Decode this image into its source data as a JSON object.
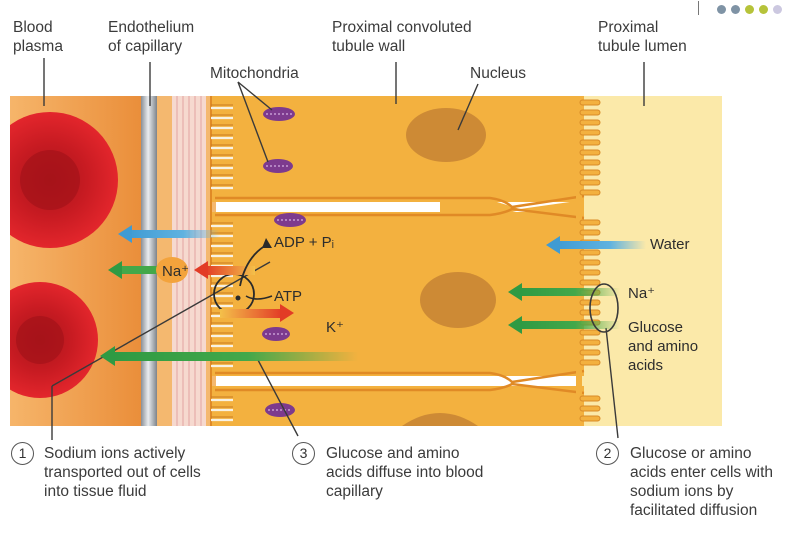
{
  "labels": {
    "blood_plasma": "Blood\nplasma",
    "endothelium": "Endothelium\nof capillary",
    "tubule_wall": "Proximal convoluted\ntubule wall",
    "tubule_lumen": "Proximal\ntubule lumen",
    "mitochondria": "Mitochondria",
    "nucleus": "Nucleus",
    "water": "Water",
    "na_right": "Na⁺",
    "glucose_amino_right": "Glucose\nand amino\nacids",
    "na_left": "Na⁺",
    "adp": "ADP + Pᵢ",
    "atp": "ATP",
    "k_ion": "K⁺"
  },
  "captions": [
    {
      "number": "1",
      "text": "Sodium ions actively\ntransported out of cells\ninto tissue fluid"
    },
    {
      "number": "3",
      "text": "Glucose and amino\nacids diffuse into blood\ncapillary"
    },
    {
      "number": "2",
      "text": "Glucose or amino\nacids enter cells with\nsodium ions by\nfacilitated diffusion"
    }
  ],
  "decor_dots": [
    "#7f93a5",
    "#7f93a5",
    "#b6c33a",
    "#b6c33a",
    "#ccc8e0"
  ],
  "colors": {
    "plasma": "#f0a24f",
    "cell": "#f3b13f",
    "lumen": "#fbe9a9",
    "red_cell": "#d41f25",
    "mitochondria": "#7d3a8e",
    "nucleus": "#c58434",
    "water_arrow": "#5fb2e0",
    "solute_arrow": "#43a84a",
    "sodium_pump_arrow": "#e84a2a"
  }
}
